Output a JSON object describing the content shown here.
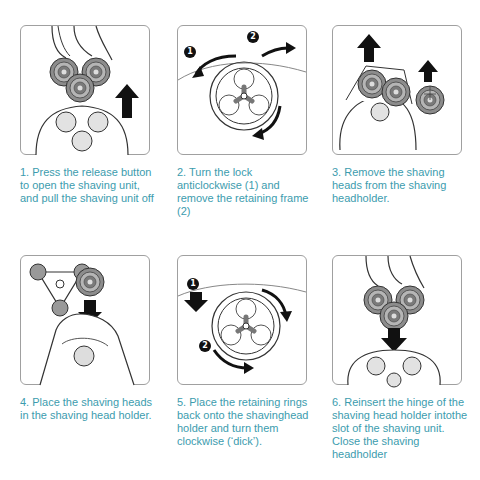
{
  "diagram": {
    "nodes": [
      {
        "text": [
          "1. Press the release button to open the shaving unit, and pull the shaving unit off"
        ]
      },
      {
        "text": [
          "2. Turn the lock anticlockwise (1) and remove the retaining frame (2)"
        ]
      },
      {
        "text": [
          "3. Remove the shaving heads from the shaving headholder."
        ]
      },
      {
        "text": [
          "4. Place the shaving heads in the shaving head holder."
        ]
      },
      {
        "text": [
          "5. Place the retaining rings back onto the shavinghead holder and turn them clockwise (‘dick’)."
        ]
      },
      {
        "text": [
          "6. Reinsert the hinge of the shaving head holder intothe slot of the shaving unit. Close the shaving headholder"
        ]
      }
    ],
    "labels": [
      "1",
      "2",
      "1",
      "2"
    ]
  }
}
